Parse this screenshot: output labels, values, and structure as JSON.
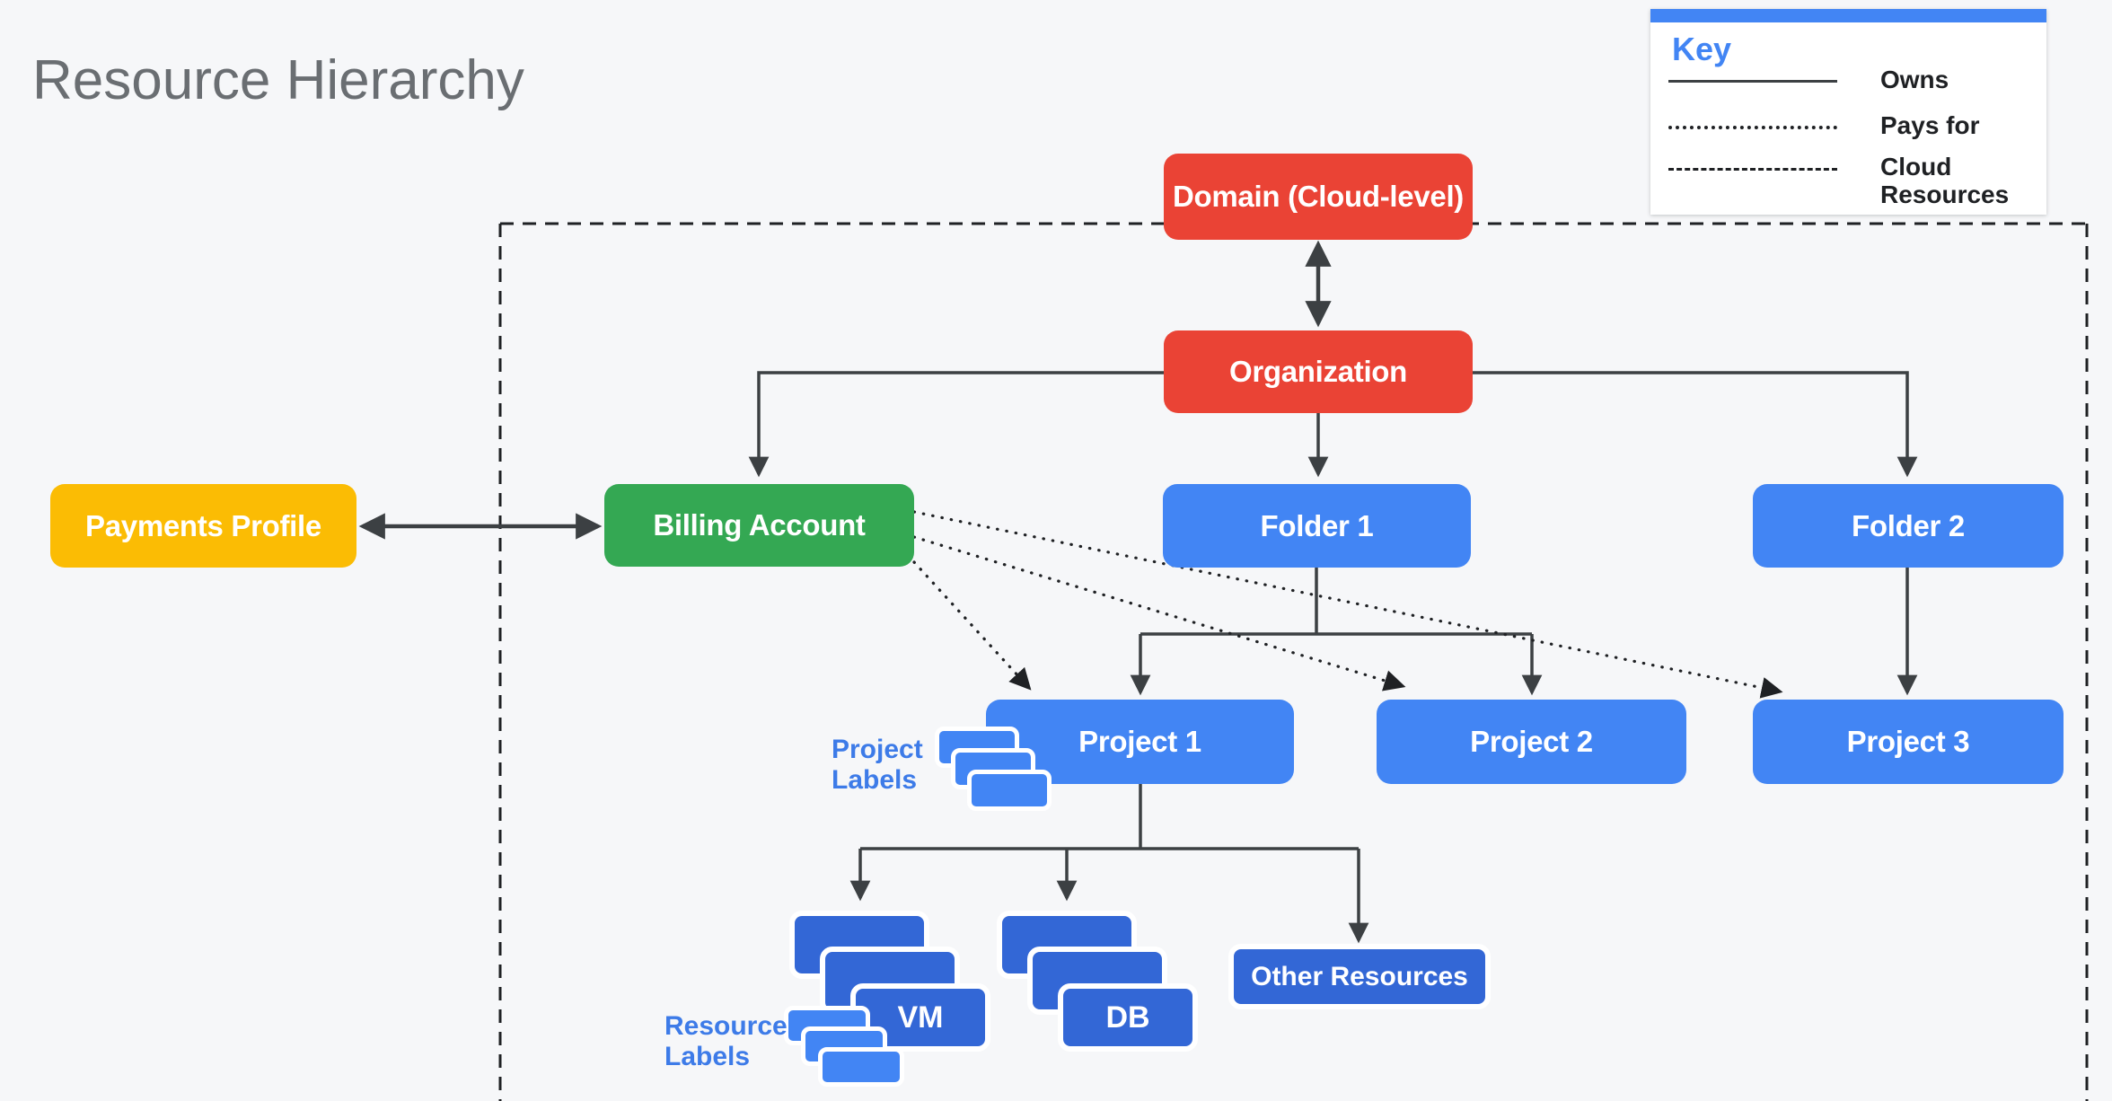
{
  "title": "Resource Hierarchy",
  "legend": {
    "header": "Key",
    "items": [
      {
        "style": "solid",
        "label": "Owns"
      },
      {
        "style": "dotted",
        "label": "Pays for"
      },
      {
        "style": "dashed",
        "label": "Cloud Resources"
      }
    ]
  },
  "nodes": {
    "domain": {
      "label": "Domain (Cloud-level)",
      "color": "#EA4335"
    },
    "organization": {
      "label": "Organization",
      "color": "#EA4335"
    },
    "payments_profile": {
      "label": "Payments Profile",
      "color": "#FBBC04"
    },
    "billing_account": {
      "label": "Billing Account",
      "color": "#34A853"
    },
    "folder1": {
      "label": "Folder 1",
      "color": "#4285F4"
    },
    "folder2": {
      "label": "Folder 2",
      "color": "#4285F4"
    },
    "project1": {
      "label": "Project 1",
      "color": "#4285F4"
    },
    "project2": {
      "label": "Project 2",
      "color": "#4285F4"
    },
    "project3": {
      "label": "Project 3",
      "color": "#4285F4"
    },
    "vm": {
      "label": "VM",
      "color": "#3367D6"
    },
    "db": {
      "label": "DB",
      "color": "#3367D6"
    },
    "other_resources": {
      "label": "Other Resources",
      "color": "#3367D6"
    }
  },
  "annotations": {
    "project_labels": "Project Labels",
    "resource_labels": "Resource Labels"
  },
  "colors": {
    "background": "#F6F7F9",
    "red": "#EA4335",
    "green": "#34A853",
    "yellow": "#FBBC04",
    "blue": "#4285F4",
    "dark_blue": "#3367D6",
    "connector": "#3C4043",
    "boundary": "#1F2124",
    "annotation_blue": "#3D7BE8",
    "title_gray": "#6A6E72",
    "legend_accent": "#4285F4"
  }
}
